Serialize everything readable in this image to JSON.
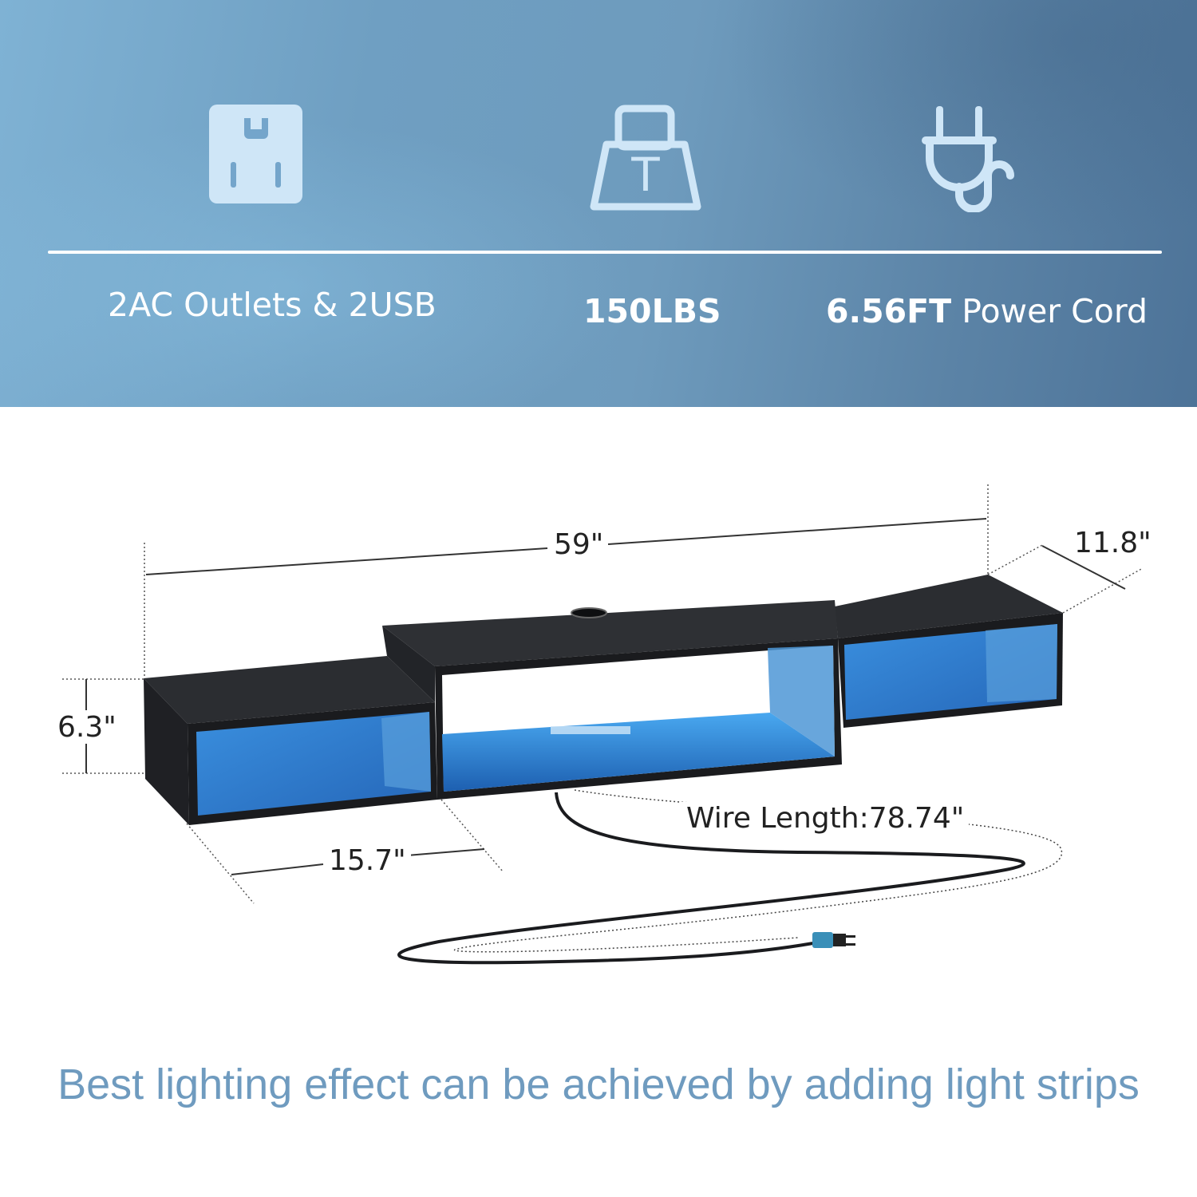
{
  "features": {
    "outlets": {
      "icon": "outlet-icon",
      "label": "2AC Outlets & 2USB"
    },
    "weight": {
      "icon": "weight-icon",
      "icon_letter": "T",
      "label": "150LBS"
    },
    "cord": {
      "icon": "plug-icon",
      "value": "6.56FT",
      "label": "Power Cord"
    }
  },
  "dimensions": {
    "width": "59\"",
    "depth": "11.8\"",
    "height": "6.3\"",
    "side_depth": "15.7\"",
    "wire": "Wire Length:78.74\""
  },
  "caption": "Best lighting effect can be achieved by adding light strips",
  "colors": {
    "banner": "#6f9fc2",
    "icon": "#cfe6f7",
    "caption": "#6f9bbf",
    "cabinet": "#222428",
    "led": "#2f86d8"
  }
}
